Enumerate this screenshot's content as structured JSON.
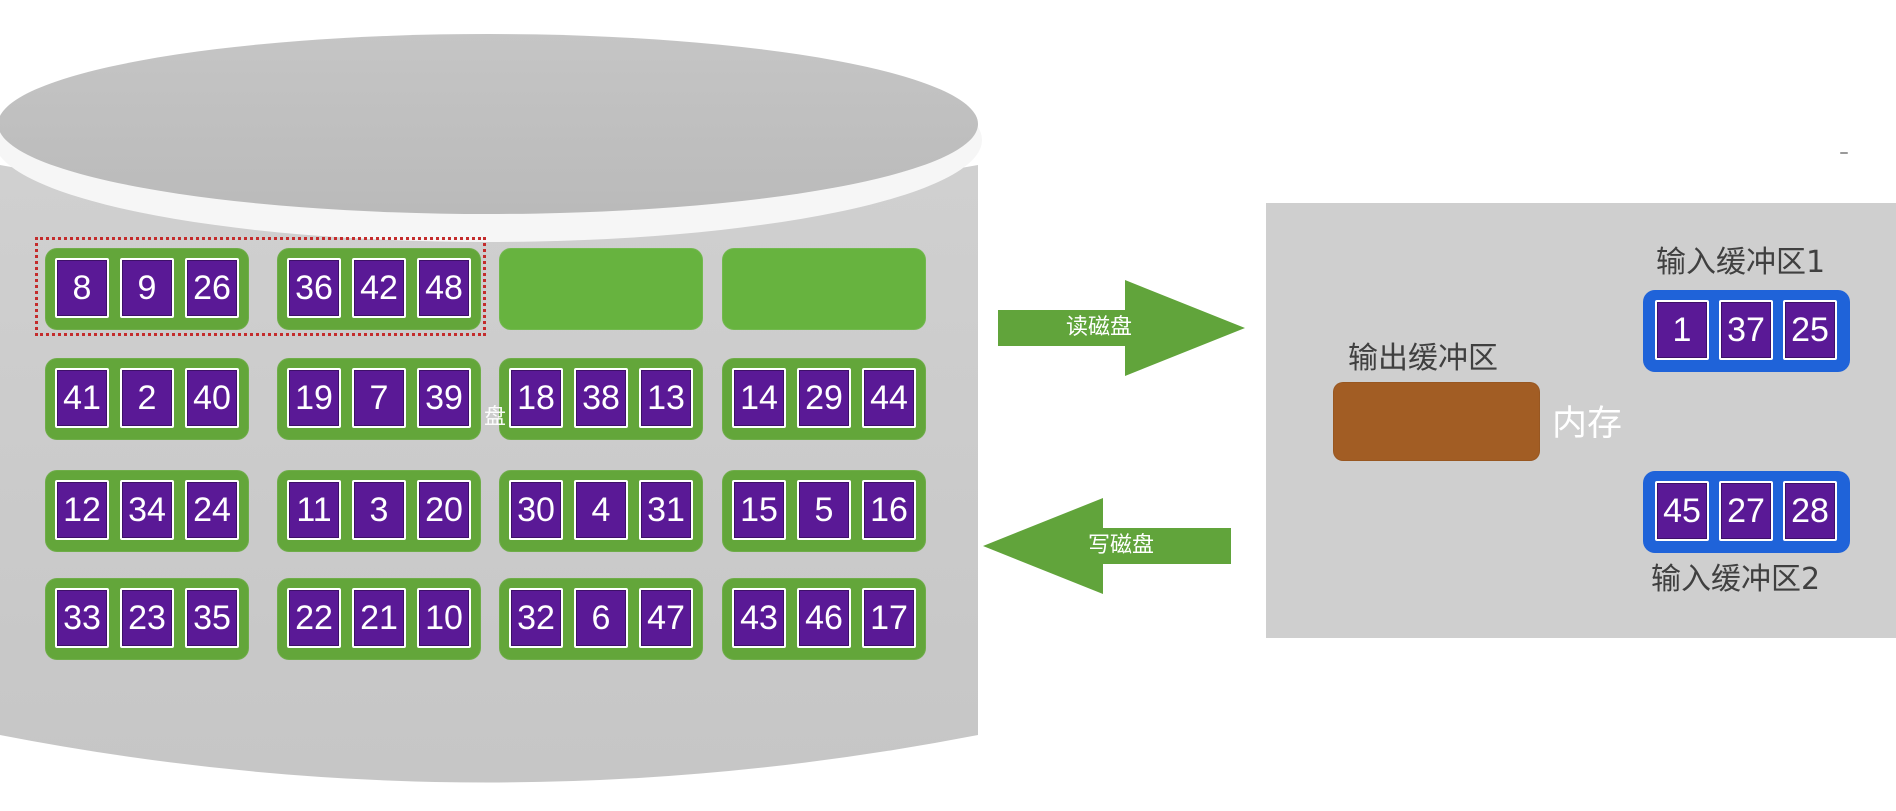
{
  "disk": {
    "rows": [
      [
        {
          "values": [
            "8",
            "9",
            "26"
          ]
        },
        {
          "values": [
            "36",
            "42",
            "48"
          ]
        },
        {
          "values": []
        },
        {
          "values": []
        }
      ],
      [
        {
          "values": [
            "41",
            "2",
            "40"
          ]
        },
        {
          "values": [
            "19",
            "7",
            "39"
          ]
        },
        {
          "values": [
            "18",
            "38",
            "13"
          ]
        },
        {
          "values": [
            "14",
            "29",
            "44"
          ]
        }
      ],
      [
        {
          "values": [
            "12",
            "34",
            "24"
          ]
        },
        {
          "values": [
            "11",
            "3",
            "20"
          ]
        },
        {
          "values": [
            "30",
            "4",
            "31"
          ]
        },
        {
          "values": [
            "15",
            "5",
            "16"
          ]
        }
      ],
      [
        {
          "values": [
            "33",
            "23",
            "35"
          ]
        },
        {
          "values": [
            "22",
            "21",
            "10"
          ]
        },
        {
          "values": [
            "32",
            "6",
            "47"
          ]
        },
        {
          "values": [
            "43",
            "46",
            "17"
          ]
        }
      ]
    ],
    "partial_label": "盘"
  },
  "arrows": {
    "read": "读磁盘",
    "write": "写磁盘"
  },
  "memory": {
    "title": "内存",
    "output_buffer_label": "输出缓冲区",
    "input_buffer_1_label": "输入缓冲区1",
    "input_buffer_2_label": "输入缓冲区2",
    "input_buffer_1_values": [
      "1",
      "37",
      "25"
    ],
    "input_buffer_2_values": [
      "45",
      "27",
      "28"
    ]
  },
  "colors": {
    "disk_gray": "#cfcfcf",
    "disk_top": "#bdbdbd",
    "group_green": "#63a63a",
    "cell_purple": "#5a1996",
    "buffer_blue": "#1f63d9",
    "output_brown": "#a25d24",
    "arrow_green": "#61a43b",
    "selection_red": "#c42c2c"
  }
}
